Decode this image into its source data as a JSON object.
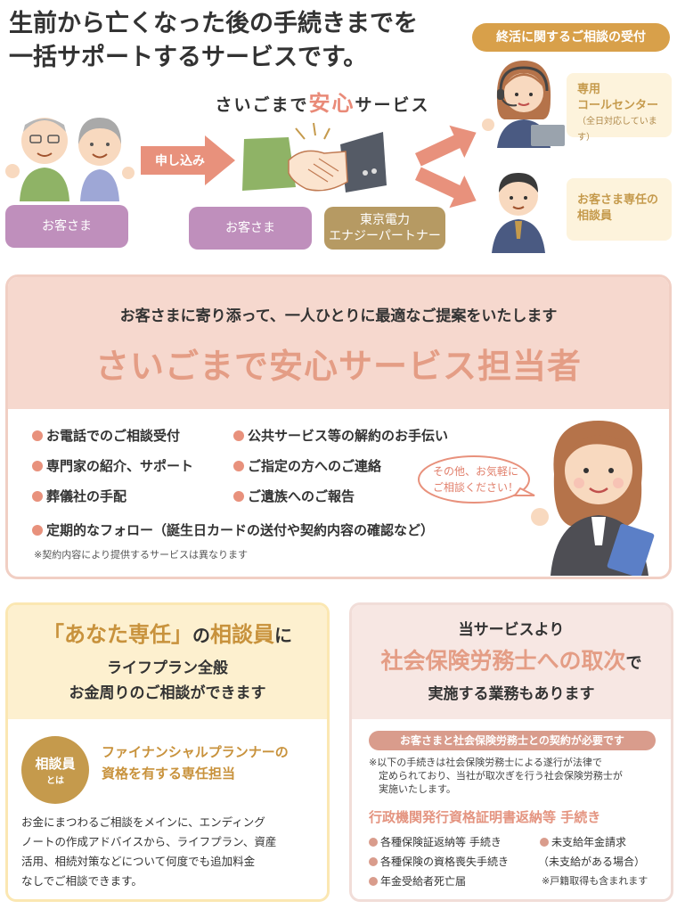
{
  "top": {
    "headline_line1": "生前から亡くなった後の手続きまでを",
    "headline_line2": "一括サポートするサービスです。",
    "ribbon": "終活に関するご相談の受付",
    "service_title_a": "さいごまで",
    "service_title_hl": "安心",
    "service_title_b": "サービス",
    "apply_label": "申し込み",
    "customer_label_left": "お客さま",
    "customer_label_mid": "お客さま",
    "company_label_line1": "東京電力",
    "company_label_line2": "エナジーパートナー",
    "call_center_line1": "専用",
    "call_center_line2": "コールセンター",
    "call_center_note": "（全日対応しています）",
    "dedicated_line1": "お客さま専任の",
    "dedicated_line2": "相談員"
  },
  "middle": {
    "subtitle": "お客さまに寄り添って、一人ひとりに最適なご提案をいたします",
    "title": "さいごまで安心サービス担当者",
    "bullets_left": [
      "お電話でのご相談受付",
      "専門家の紹介、サポート",
      "葬儀社の手配"
    ],
    "bullets_right": [
      "公共サービス等の解約のお手伝い",
      "ご指定の方へのご連絡",
      "ご遺族へのご報告"
    ],
    "bullet_wide": "定期的なフォロー（誕生日カードの送付や契約内容の確認など）",
    "note": "※契約内容により提供するサービスは異なります",
    "speech_line1": "その他、お気軽に",
    "speech_line2": "ご相談ください！"
  },
  "bottom_left": {
    "line1_quote": "「あなた専任」",
    "line1_a": "の",
    "line1_gold": "相談員",
    "line1_b": "に",
    "line2": "ライフプラン全般",
    "line3": "お金周りのご相談ができます",
    "badge_big": "相談員",
    "badge_small": "とは",
    "fp_line1": "ファイナンシャルプランナーの",
    "fp_line2": "資格を有する専任担当",
    "body_lines": [
      "お金にまつわるご相談をメインに、エンディング",
      "ノートの作成アドバイスから、ライフプラン、資産",
      "活用、相続対策などについて何度でも追加料金",
      "なしでご相談できます。"
    ]
  },
  "bottom_right": {
    "line1": "当サービスより",
    "line2_hl": "社会保険労務士への取次",
    "line2_b": "で",
    "line3": "実施する業務もあります",
    "pill": "お客さまと社会保険労務士との契約が必要です",
    "note_lines": [
      "※以下の手続きは社会保険労務士による遂行が法律で",
      "　定められており、当社が取次ぎを行う社会保険労務士が",
      "　実施いたします。"
    ],
    "subtitle": "行政機関発行資格証明書返納等 手続き",
    "items_left": [
      "各種保険証返納等 手続き",
      "各種保険の資格喪失手続き",
      "年金受給者死亡届"
    ],
    "item_right": "未支給年金請求",
    "item_right_note": "（未支給がある場合）",
    "item_right_note2": "※戸籍取得も含まれます"
  },
  "colors": {
    "salmon": "#e8917c",
    "gold": "#c8923c",
    "purple": "#bf8fbc",
    "pink_bg": "#f6d8ce",
    "cream_bg": "#fdf0cf"
  }
}
